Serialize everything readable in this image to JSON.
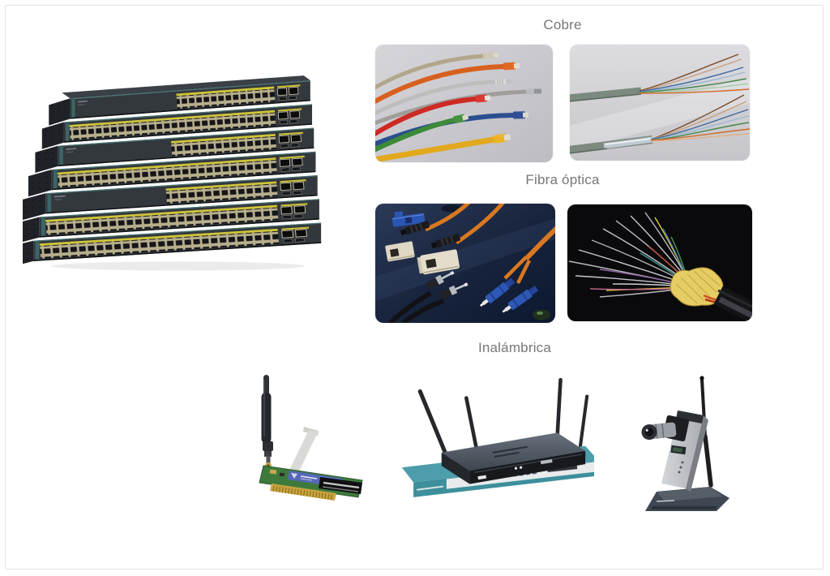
{
  "labels": {
    "copper": "Cobre",
    "fiber": "Fibra óptica",
    "wireless": "Inalámbrica"
  },
  "colors": {
    "label_text": "#767676",
    "page_border": "#e3e3e3",
    "page_bg": "#ffffff",
    "switch_chassis": "#2e3338",
    "port_bezel": "#b7ae8c",
    "port_label_strip": "#d8cb3a",
    "fiber_cable_orange": "#d87820",
    "sc_connector_blue": "#2d58b6",
    "kevlar_yellow": "#e6cd63",
    "router_teal": "#3e8f9c"
  }
}
